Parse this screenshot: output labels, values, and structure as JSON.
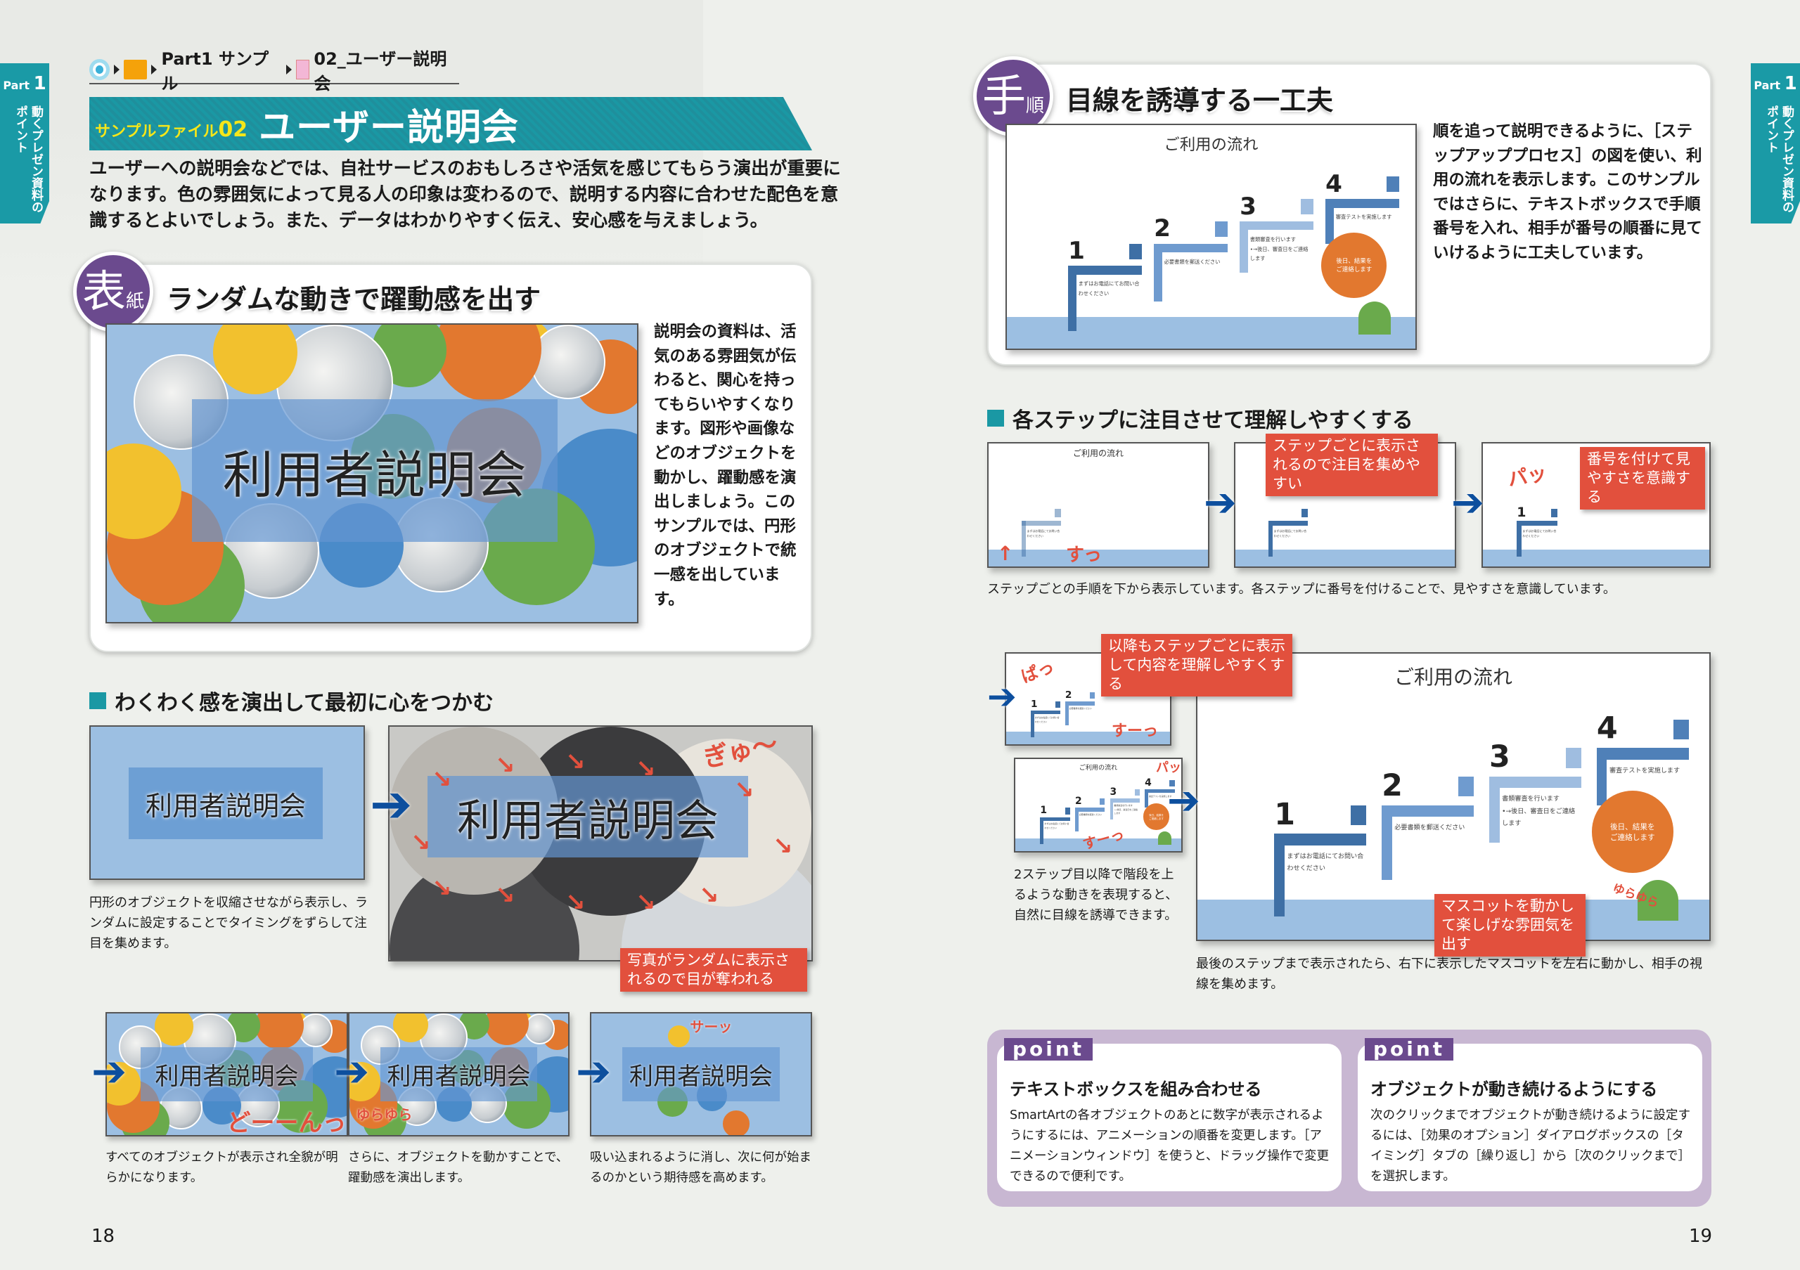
{
  "side_tab": {
    "part_prefix": "Part",
    "part_num": "1",
    "label": "動くプレゼン資料のポイント"
  },
  "breadcrumb": {
    "folder": "Part1 サンプル",
    "file": "02_ユーザー説明会"
  },
  "banner": {
    "sub_prefix": "サンプルファイル",
    "sub_num": "02",
    "title": "ユーザー説明会"
  },
  "intro": "ユーザーへの説明会などでは、自社サービスのおもしろさや活気を感じてもらう演出が重要になります。色の雰囲気によって見る人の印象は変わるので、説明する内容に合わせた配色を意識するとよいでしょう。また、データはわかりやすく伝え、安心感を与えましょう。",
  "cover_section": {
    "badge_big": "表",
    "badge_small": "紙",
    "heading": "ランダムな動きで躍動感を出す",
    "slide_title": "利用者説明会",
    "text": "説明会の資料は、活気のある雰囲気が伝わると、関心を持ってもらいやすくなります。図形や画像などのオブジェクトを動かし、躍動感を演出しましょう。このサンプルでは、円形のオブジェクトで統一感を出しています。"
  },
  "waku_section": {
    "heading": "わくわく感を演出して最初に心をつかむ",
    "slide_title": "利用者説明会",
    "caption": "円形のオブジェクトを収縮させながら表示し、ランダムに設定することでタイミングをずらして注目を集めます。",
    "sfx": "ぎゅ〜",
    "callout": "写真がランダムに表示されるので目が奪われる",
    "steps": [
      {
        "slide_title": "利用者説明会",
        "sfx": "どーーんっ",
        "caption": "すべてのオブジェクトが表示され全貌が明らかになります。"
      },
      {
        "slide_title": "利用者説明会",
        "sfx": "ゆらゆら",
        "caption": "さらに、オブジェクトを動かすことで、躍動感を演出します。"
      },
      {
        "slide_title": "利用者説明会",
        "sfx": "サーッ",
        "caption": "吸い込まれるように消し、次に何が始まるのかという期待感を高めます。"
      }
    ]
  },
  "procedure_section": {
    "badge_big": "手",
    "badge_small": "順",
    "heading": "目線を誘導する一工夫",
    "text": "順を追って説明できるように、［ステップアッププロセス］の図を使い、利用の流れを表示します。このサンプルではさらに、テキストボックスで手順番号を入れ、相手が番号の順番に見ていけるように工夫しています。"
  },
  "flow_slide": {
    "title": "ご利用の流れ",
    "steps": [
      {
        "num": "1",
        "text": "まずはお電話にてお問い合わせください"
      },
      {
        "num": "2",
        "text": "必要書類を郵送ください"
      },
      {
        "num": "3",
        "text": "書類審査を行います\n•→後日、審査日をご連絡します"
      },
      {
        "num": "4",
        "text": "審査テストを実施します"
      }
    ],
    "balloon": "後日、結果をご連絡します"
  },
  "step_section": {
    "heading": "各ステップに注目させて理解しやすくする",
    "sfx1": "すっ",
    "callout1": "ステップごとに表示されるので注目を集めやすい",
    "sfx2": "パッ",
    "callout2": "番号を付けて見やすさを意識する",
    "caption": "ステップごとの手順を下から表示しています。各ステップに番号を付けることで、見やすさを意識しています。"
  },
  "final_section": {
    "callout_top": "以降もステップごとに表示して内容を理解しやすくする",
    "sfx_pa": "ぱっ",
    "sfx_su1": "すーっ",
    "sfx_pa2": "パッ",
    "sfx_su2": "すーっ",
    "left_caption": "2ステップ目以降で階段を上るような動きを表現すると、自然に目線を誘導できます。",
    "sfx_yura": "ゆらゆら",
    "callout_mascot": "マスコットを動かして楽しげな雰囲気を出す",
    "caption": "最後のステップまで表示されたら、右下に表示したマスコットを左右に動かし、相手の視線を集めます。"
  },
  "points": [
    {
      "tag": "point",
      "title": "テキストボックスを組み合わせる",
      "text": "SmartArtの各オブジェクトのあとに数字が表示されるようにするには、アニメーションの順番を変更します。［アニメーションウィンドウ］を使うと、ドラッグ操作で変更できるので便利です。"
    },
    {
      "tag": "point",
      "title": "オブジェクトが動き続けるようにする",
      "text": "次のクリックまでオブジェクトが動き続けるように設定するには、［効果のオプション］ダイアログボックスの［タイミング］タブの［繰り返し］から［次のクリックまで］を選択します。"
    }
  ],
  "page_numbers": {
    "left": "18",
    "right": "19"
  },
  "colors": {
    "teal": "#1a98a4",
    "purple": "#6b4a8e",
    "callout_red": "#e2503d",
    "arrow_blue": "#0d4f9e",
    "slide_blue": "#9cbfe2",
    "orange": "#e2782f",
    "green": "#6aaa4c",
    "yellow": "#f2c12e"
  }
}
